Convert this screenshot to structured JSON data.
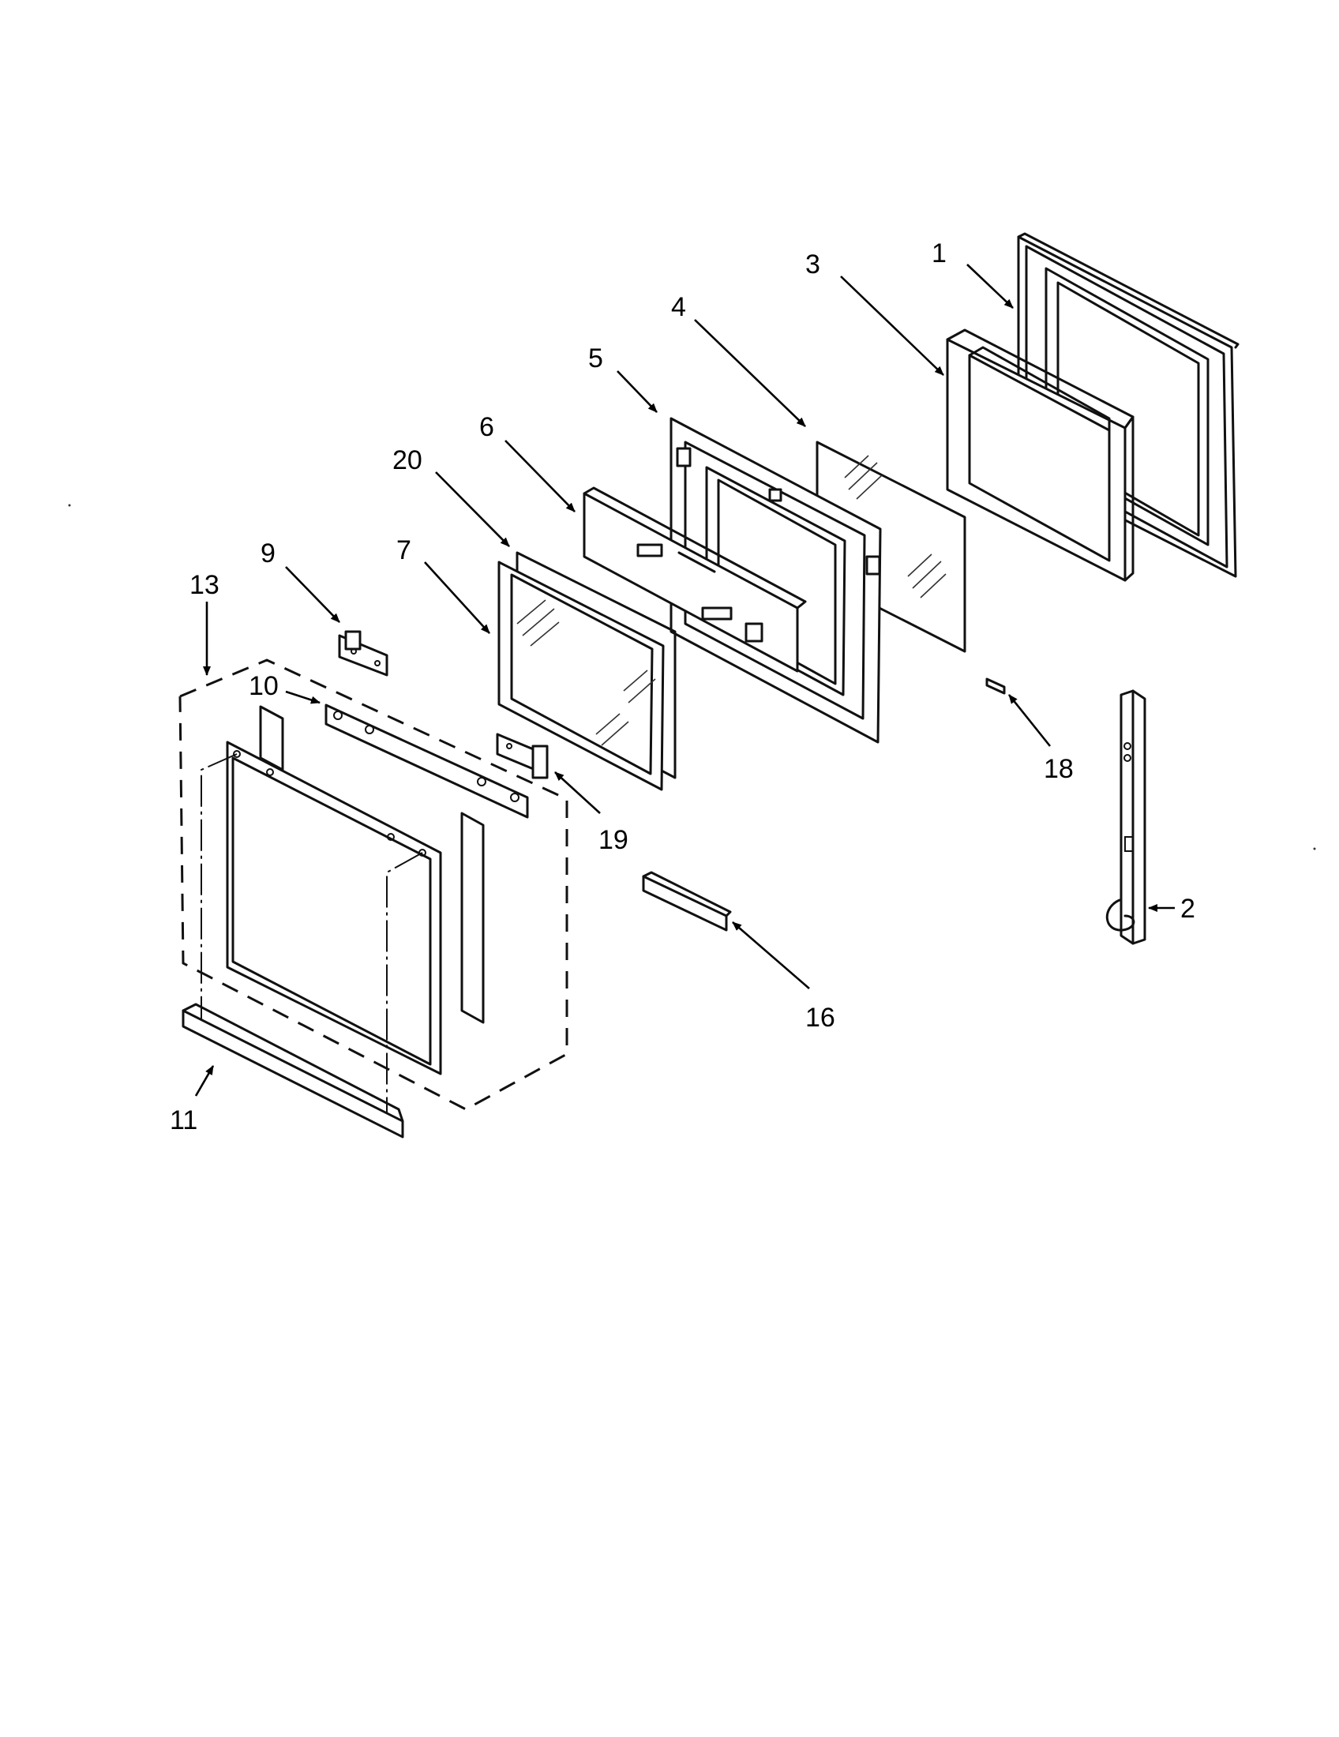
{
  "callouts": [
    {
      "id": "1",
      "text": "1"
    },
    {
      "id": "2",
      "text": "2"
    },
    {
      "id": "3",
      "text": "3"
    },
    {
      "id": "4",
      "text": "4"
    },
    {
      "id": "5",
      "text": "5"
    },
    {
      "id": "6",
      "text": "6"
    },
    {
      "id": "7",
      "text": "7"
    },
    {
      "id": "9",
      "text": "9"
    },
    {
      "id": "10",
      "text": "10"
    },
    {
      "id": "11",
      "text": "11"
    },
    {
      "id": "13",
      "text": "13"
    },
    {
      "id": "16",
      "text": "16"
    },
    {
      "id": "18",
      "text": "18"
    },
    {
      "id": "19",
      "text": "19"
    },
    {
      "id": "20",
      "text": "20"
    }
  ]
}
